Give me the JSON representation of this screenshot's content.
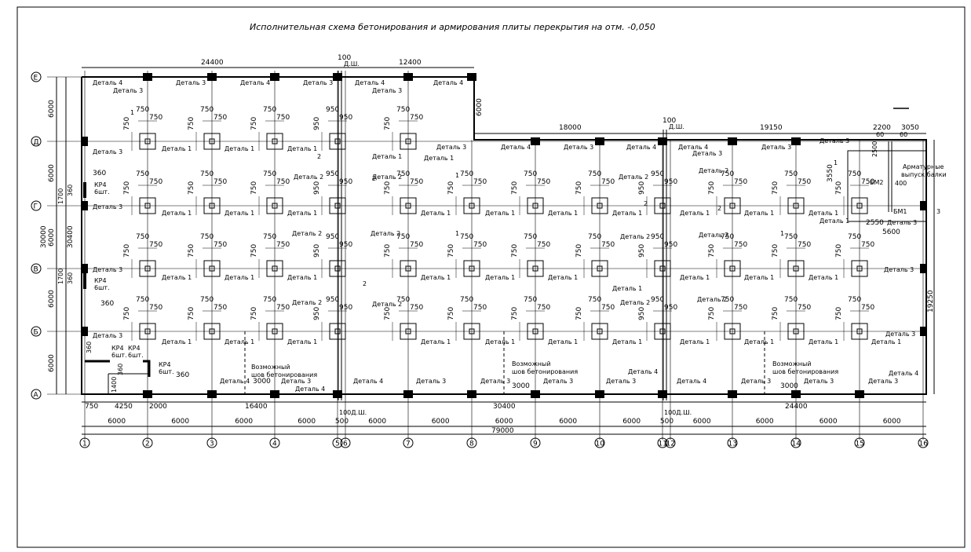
{
  "title": "Исполнительная схема бетонирования и армирования плиты перекрытия на отм. -0,050",
  "axes_letters": [
    "Е",
    "Д",
    "Г",
    "В",
    "Б",
    "А"
  ],
  "axes_numbers": [
    "1",
    "2",
    "3",
    "4",
    "5",
    "6",
    "7",
    "8",
    "9",
    "10",
    "11",
    "12",
    "13",
    "14",
    "15",
    "16"
  ],
  "dims_top": {
    "d24400": "24400",
    "d100a": "100",
    "dDSH_a": "Д.Ш.",
    "d12400": "12400",
    "d6000_right": "6000",
    "d18000": "18000",
    "d100b": "100",
    "dDSH_b": "Д.Ш.",
    "d19150": "19150",
    "d2200": "2200",
    "d3050": "3050",
    "d60a": "60",
    "d60b": "60"
  },
  "dims_left": {
    "l6000a": "6000",
    "l6000b": "6000",
    "l30000": "30000",
    "l30400": "30400",
    "l6000c": "6000",
    "l6000d": "6000",
    "l1700a": "1700",
    "l1700b": "1700",
    "l360a": "360",
    "l360b": "360",
    "l6000e": "6000"
  },
  "dims_bottom": {
    "row1": [
      "750",
      "4250",
      "2000",
      "16400",
      "30400",
      "24400"
    ],
    "dsh_a": "100Д.Ш.",
    "dsh_b": "100Д.Ш.",
    "row2": [
      "6000",
      "6000",
      "6000",
      "6000",
      "500",
      "6000",
      "6000",
      "6000",
      "6000",
      "6000",
      "500",
      "6000",
      "6000",
      "6000",
      "6000"
    ],
    "total": "79000"
  },
  "dims_right": {
    "r19250": "19250",
    "r3": "3"
  },
  "notes": {
    "seam1a": "Возможный",
    "seam1b": "шов бетонирования",
    "seam1c": "3000",
    "seam2a": "Возможный",
    "seam2b": "шов бетонирования",
    "seam2c": "3000",
    "seam3a": "Возможный",
    "seam3b": "шов бетонирования",
    "seam3c": "3000",
    "rebar_a": "Арматурные",
    "rebar_b": "выпуск балки",
    "bm1": "БМ1",
    "bm2": "БМ2",
    "d2550": "2550",
    "d5600": "5600",
    "d400": "400",
    "d3550": "3550",
    "d2500": "2500"
  },
  "kr": {
    "kr4": "КР4",
    "qty": "6шт.",
    "d360": "360",
    "d1400": "1400"
  },
  "labels": {
    "det1": "Деталь 1",
    "det2": "Деталь 2",
    "det3": "Деталь 3",
    "det4": "Деталь 4",
    "d750": "750",
    "d950": "950",
    "one": "1",
    "two": "2"
  }
}
